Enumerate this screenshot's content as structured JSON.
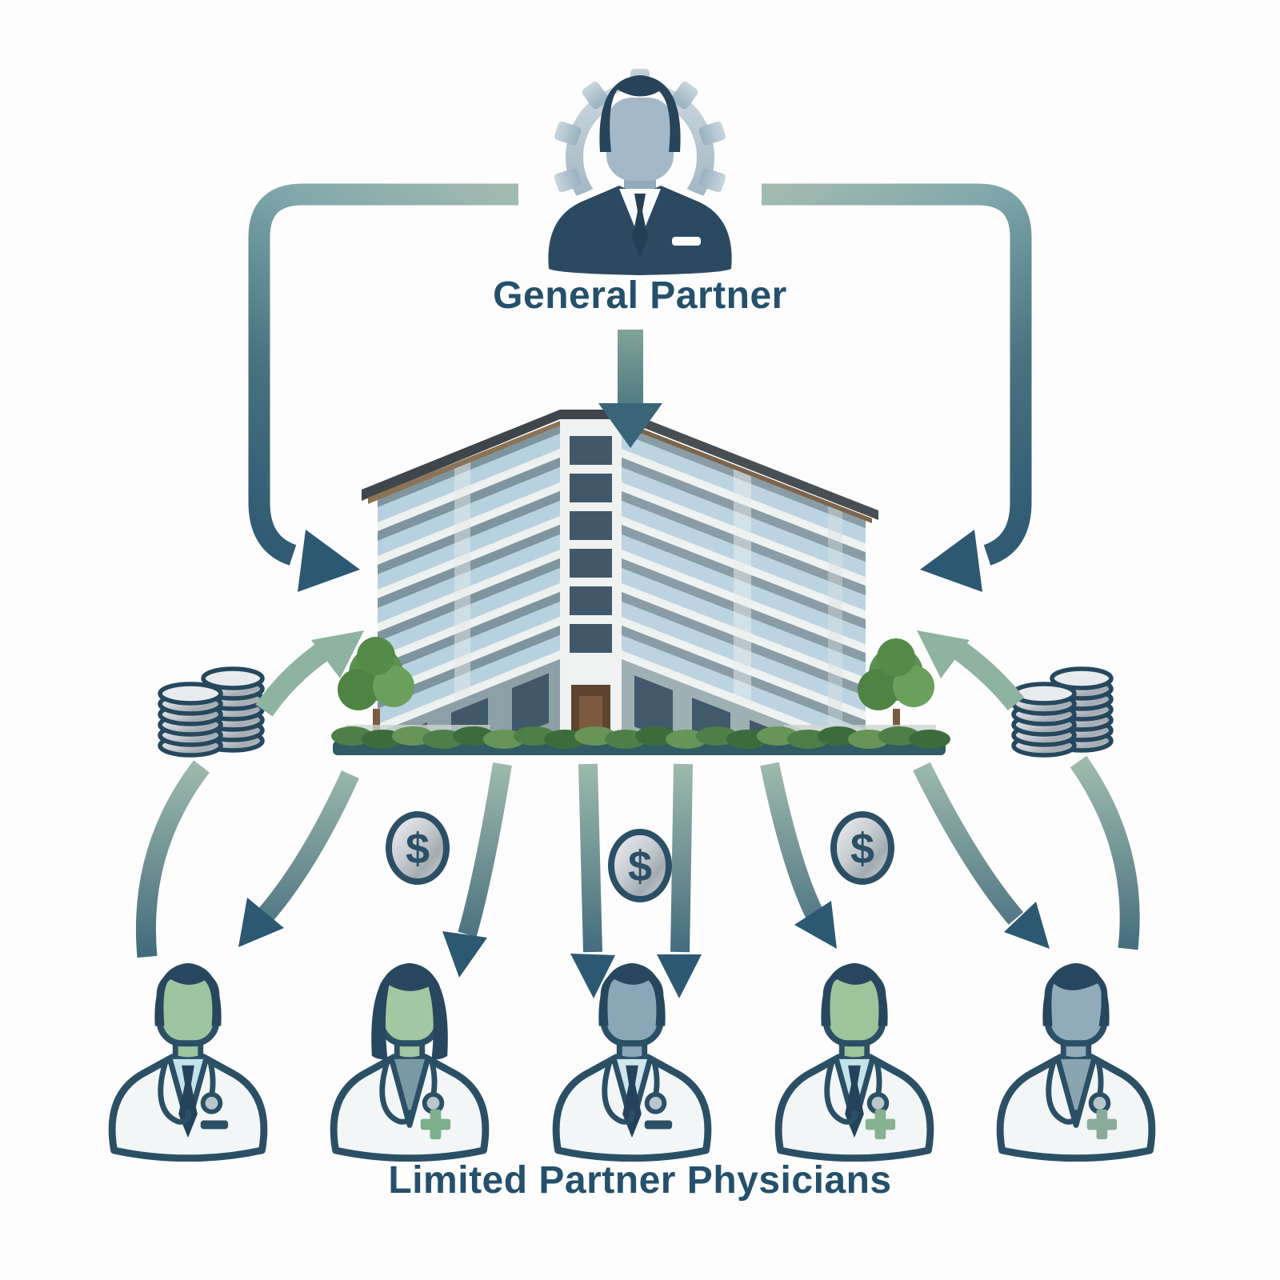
{
  "diagram": {
    "top_label": "General Partner",
    "bottom_label": "Limited Partner Physicians"
  },
  "general_partner": {
    "label": "General Partner",
    "icon": "businessman-gear-icon"
  },
  "property": {
    "icon": "apartment-building-icon"
  },
  "money": {
    "currency_symbol": "$",
    "dollar_coin_count": 3,
    "coin_stack_groups": [
      {
        "side": "left",
        "stacks": 2
      },
      {
        "side": "right",
        "stacks": 2
      }
    ]
  },
  "physicians": {
    "label": "Limited Partner Physicians",
    "members": [
      {
        "id": "physician-1",
        "hair": "male-short",
        "face_color": "#9cc49f",
        "inner_color": "#c3e3ea",
        "tie": true,
        "badge": "minus",
        "badge_color": "#2b5066"
      },
      {
        "id": "physician-2",
        "hair": "female-bob",
        "face_color": "#a3c7a0",
        "inner_color": "#7a9aa3",
        "tie": false,
        "badge": "cross",
        "badge_color": "#7dae8b"
      },
      {
        "id": "physician-3",
        "hair": "male-short",
        "face_color": "#8ba6b6",
        "inner_color": "#cfe6ec",
        "tie": true,
        "badge": "minus",
        "badge_color": "#2b5066"
      },
      {
        "id": "physician-4",
        "hair": "male-short",
        "face_color": "#9ec49b",
        "inner_color": "#c3e3ea",
        "tie": true,
        "badge": "cross",
        "badge_color": "#86b290"
      },
      {
        "id": "physician-5",
        "hair": "male-swept",
        "face_color": "#92abb9",
        "inner_color": "#8aa4b0",
        "tie": false,
        "badge": "cross",
        "badge_color": "#8aab9b"
      }
    ]
  },
  "colors": {
    "text": "#24506b",
    "outline": "#2b5066",
    "arrow_dark": "#2d5871",
    "arrow_sage": "#8fb3a1",
    "gradient_light": "#9cb9ac",
    "gear": "#b6c8d3",
    "coat": "#f2f6f7",
    "hair": "#27475e",
    "coin_silver": "#c9ced3"
  }
}
